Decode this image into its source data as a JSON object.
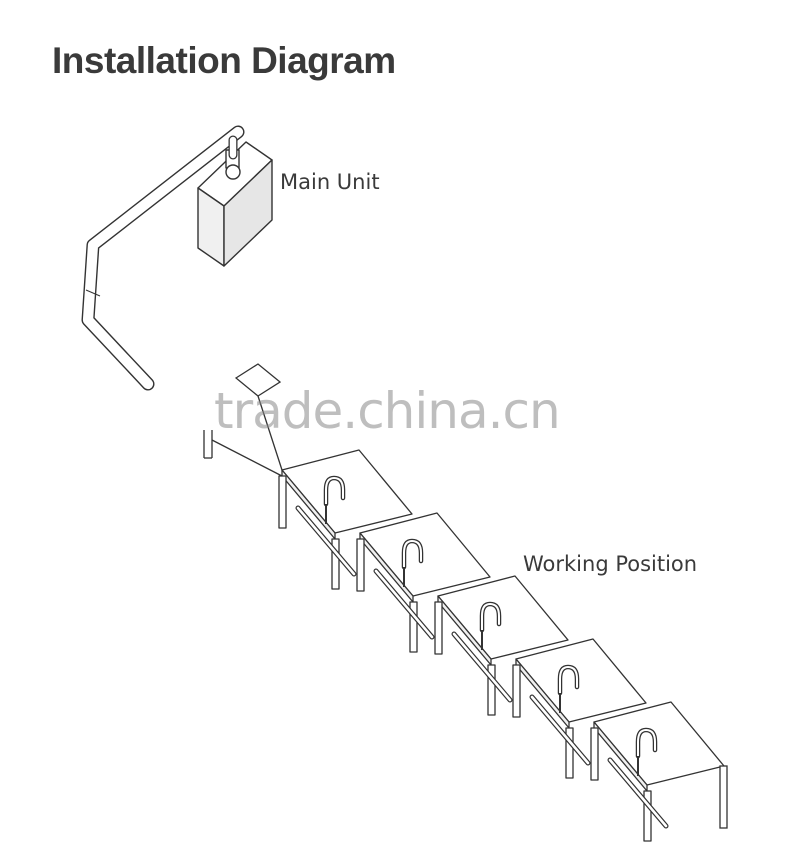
{
  "title": "Installation Diagram",
  "labels": {
    "main_unit": "Main Unit",
    "working_position": "Working Position"
  },
  "watermark": "trade.china.cn",
  "workstation_count": 5,
  "colors": {
    "line": "#333333",
    "panel_fill": "#f0f0f0",
    "text": "#3a3a3a"
  }
}
